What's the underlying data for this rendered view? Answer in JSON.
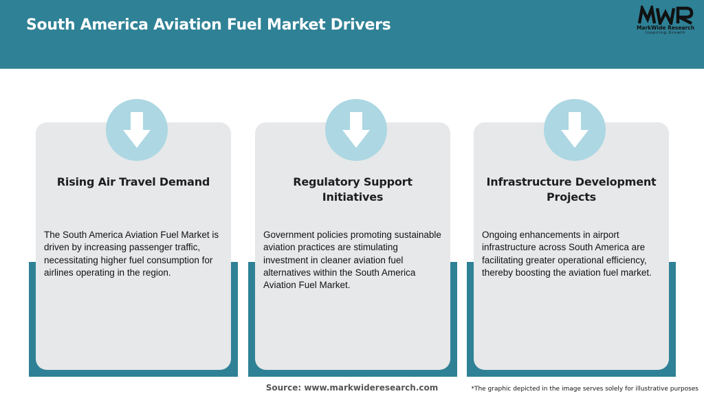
{
  "header": {
    "title": "South America Aviation Fuel Market Drivers"
  },
  "logo": {
    "mark": "MWR",
    "name": "MarkWide Research",
    "tagline": "Inspiring Growth"
  },
  "cards": [
    {
      "icon": "arrow-down-icon",
      "title": "Rising Air Travel Demand",
      "text": "The South America Aviation Fuel Market is driven by increasing passenger traffic, necessitating higher fuel consumption for airlines operating in the region."
    },
    {
      "icon": "arrow-down-icon",
      "title": "Regulatory Support Initiatives",
      "text": "Government policies promoting sustainable aviation practices are stimulating investment in cleaner aviation fuel alternatives within the South America Aviation Fuel Market."
    },
    {
      "icon": "arrow-down-icon",
      "title": "Infrastructure Development Projects",
      "text": "Ongoing enhancements in airport infrastructure across South America are facilitating greater operational efficiency, thereby boosting the aviation fuel market."
    }
  ],
  "footer": {
    "source": "Source: www.markwideresearch.com",
    "disclaimer": "*The graphic depicted in the image serves solely for illustrative purposes"
  },
  "colors": {
    "header_bg": "#2f8196",
    "accent": "#2f8196",
    "card_bg": "#e6e8ea",
    "icon_circle": "#acd7e3"
  }
}
